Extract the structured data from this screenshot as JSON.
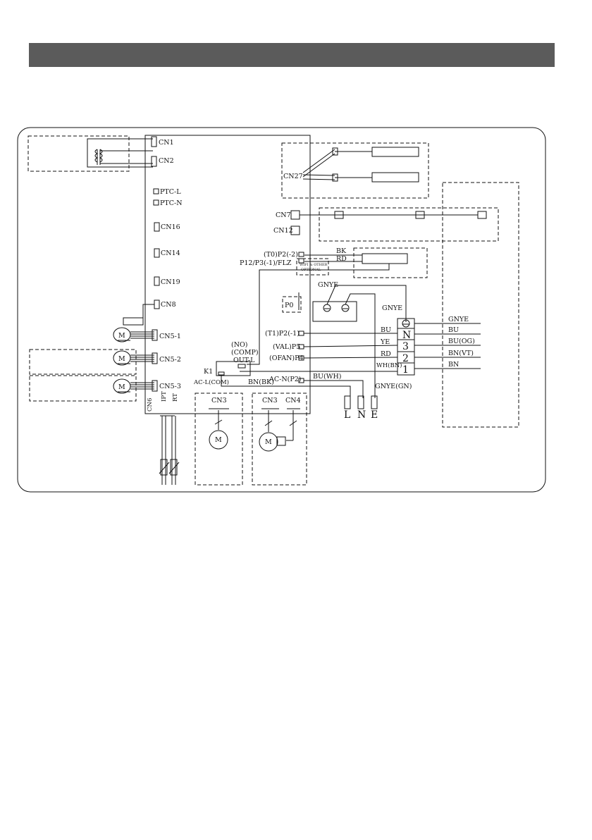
{
  "header": {
    "title": ""
  },
  "connectors": {
    "cn1": "CN1",
    "cn2": "CN2",
    "ptc_l": "PTC-L",
    "ptc_n": "PTC-N",
    "cn16": "CN16",
    "cn14": "CN14",
    "cn19": "CN19",
    "cn8": "CN8",
    "cn5_1": "CN5-1",
    "cn5_2": "CN5-2",
    "cn5_3": "CN5-3",
    "cn6": "CN6",
    "ipt": "IPT",
    "rt": "RT",
    "cn27": "CN27",
    "cn7": "CN7",
    "cn12": "CN12",
    "p2_t0": "(T0)P2(-2)",
    "p12": "P12/P3(-1)/FLZ",
    "p0": "P0",
    "p2_t1": "(T1)P2(-1)",
    "p5": "(VAL)P5",
    "p4": "(OFAN)P4",
    "acn": "AC-N(P2)",
    "no": "(NO)",
    "comp": "(COMP)",
    "outl": "OUT-L",
    "k1": "K1",
    "acl": "AC-L(COM)",
    "cn3a": "CN3",
    "cn3b": "CN3",
    "cn4": "CN4"
  },
  "wires": {
    "bk": "BK",
    "rd1": "RD",
    "gnye1": "GNYE",
    "gnye2": "GNYE",
    "bu": "BU",
    "ye": "YE",
    "rd2": "RD",
    "whbn": "WH(BN)",
    "bnbk": "BN(BK)",
    "buwh": "BU(WH)",
    "gnyegn": "GNYE(GN)"
  },
  "terminal": {
    "n": "N",
    "t3": "3",
    "t2": "2",
    "t1": "1",
    "gnye": "GNYE",
    "bu": "BU",
    "buog": "BU(OG)",
    "bnvt": "BN(VT)",
    "bn": "BN"
  },
  "power": {
    "l": "L",
    "n": "N",
    "e": "E"
  },
  "motor": {
    "m": "M"
  },
  "tiny_box": {
    "line1": "WIFI & OTHER",
    "line2": "OPTIONAL"
  }
}
